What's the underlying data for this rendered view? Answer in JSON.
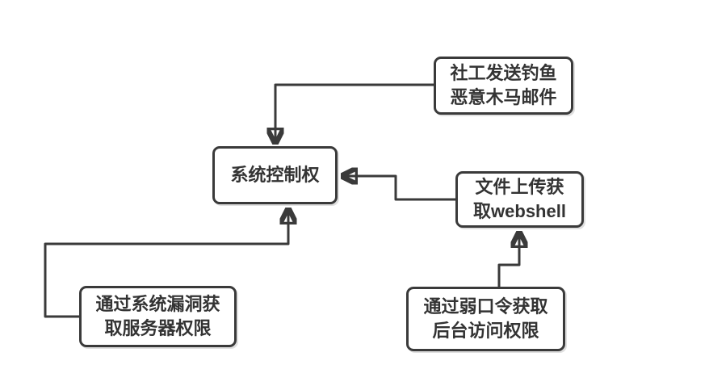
{
  "diagram": {
    "title": "attack-path-flowchart",
    "background_color": "#ffffff",
    "line_color": "#3a3a3a",
    "text_color": "#333333",
    "nodes": [
      {
        "id": "phishing-email",
        "lines": [
          "社工发送钓鱼",
          "恶意木马邮件"
        ]
      },
      {
        "id": "system-control",
        "lines": [
          "系统控制权"
        ]
      },
      {
        "id": "webshell-upload",
        "lines": [
          "文件上传获",
          "取webshell"
        ]
      },
      {
        "id": "system-vuln",
        "lines": [
          "通过系统漏洞获",
          "取服务器权限"
        ]
      },
      {
        "id": "weak-password",
        "lines": [
          "通过弱口令获取",
          "后台访问权限"
        ]
      }
    ],
    "edges": [
      {
        "from": "phishing-email",
        "to": "system-control",
        "arrow": "into top of target"
      },
      {
        "from": "webshell-upload",
        "to": "system-control",
        "arrow": "into right side of target"
      },
      {
        "from": "system-vuln",
        "to": "system-control",
        "arrow": "into bottom of target"
      },
      {
        "from": "weak-password",
        "to": "webshell-upload",
        "arrow": "into bottom of target"
      }
    ]
  }
}
